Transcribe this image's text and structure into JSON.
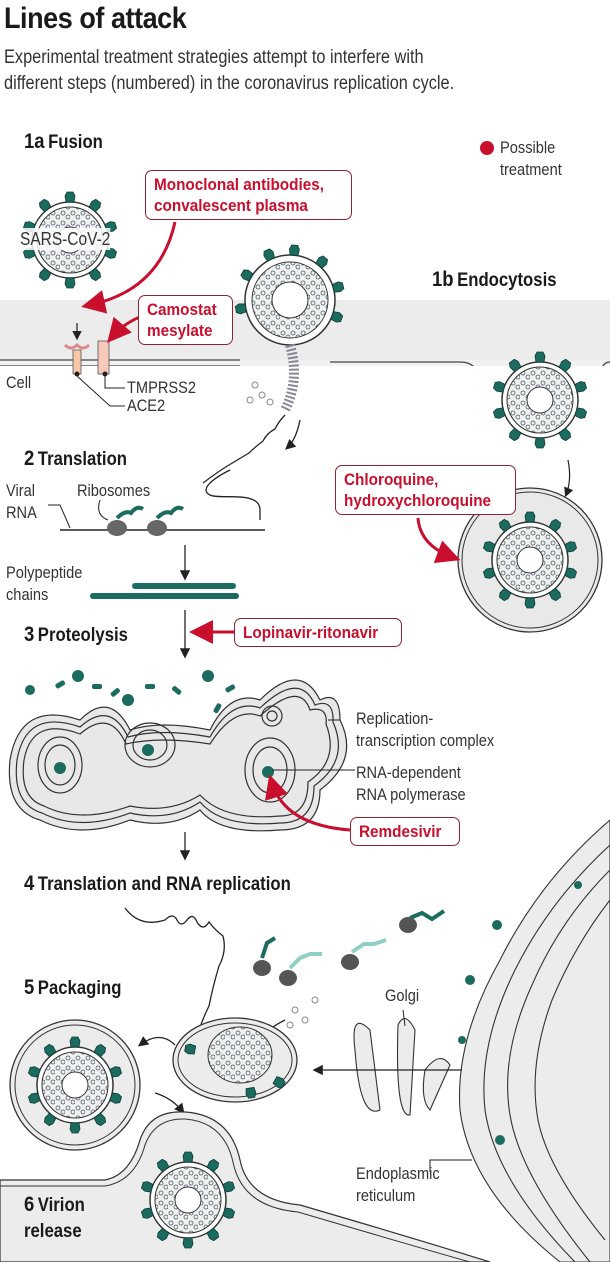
{
  "header": {
    "title": "Lines of attack",
    "subtitle_line1": "Experimental treatment strategies attempt to interfere with",
    "subtitle_line2": "different steps (numbered) in the coronavirus replication cycle."
  },
  "legend": {
    "icon": "red-dot-icon",
    "line1": "Possible",
    "line2": "treatment",
    "color": "#c8102e"
  },
  "colors": {
    "treatment_red": "#c8102e",
    "spike_teal": "#1b6b5f",
    "cell_gray": "#e9e9e9",
    "outline": "#333333"
  },
  "steps": [
    {
      "num": "1a",
      "label": "Fusion"
    },
    {
      "num": "1b",
      "label": "Endocytosis"
    },
    {
      "num": "2",
      "label": "Translation"
    },
    {
      "num": "3",
      "label": "Proteolysis"
    },
    {
      "num": "4",
      "label": "Translation and RNA replication"
    },
    {
      "num": "5",
      "label": "Packaging"
    },
    {
      "num": "6",
      "label": "Virion release"
    }
  ],
  "step6_line1": "Virion",
  "step6_line2": "release",
  "treatments": {
    "monoclonal_line1": "Monoclonal antibodies,",
    "monoclonal_line2": "convalescent plasma",
    "camostat_line1": "Camostat",
    "camostat_line2": "mesylate",
    "chloroquine_line1": "Chloroquine,",
    "chloroquine_line2": "hydroxychloroquine",
    "lopinavir": "Lopinavir-ritonavir",
    "remdesivir": "Remdesivir"
  },
  "labels": {
    "virus": "SARS-CoV-2",
    "cell": "Cell",
    "tmprss2": "TMPRSS2",
    "ace2": "ACE2",
    "viral_rna_1": "Viral",
    "viral_rna_2": "RNA",
    "ribosomes": "Ribosomes",
    "polypeptide_1": "Polypeptide",
    "polypeptide_2": "chains",
    "rtc_1": "Replication-",
    "rtc_2": "transcription complex",
    "rdrp_1": "RNA-dependent",
    "rdrp_2": "RNA polymerase",
    "golgi": "Golgi",
    "er_1": "Endoplasmic",
    "er_2": "reticulum"
  }
}
